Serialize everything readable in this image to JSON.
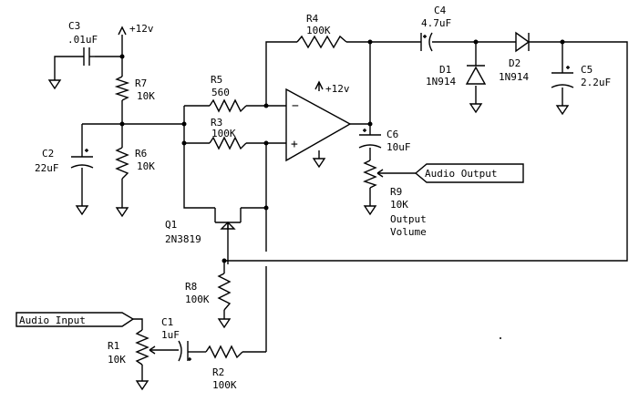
{
  "schematic": {
    "labels": {
      "c3": "C3",
      "c3_val": ".01uF",
      "plus12_top": "+12v",
      "r7": "R7",
      "r7_val": "10K",
      "r6": "R6",
      "r6_val": "10K",
      "c2": "C2",
      "c2_val": "22uF",
      "r5": "R5",
      "r5_val": "560",
      "r3": "R3",
      "r3_val": "100K",
      "r4": "R4",
      "r4_val": "100K",
      "plus12_opamp": "+12v",
      "minus_sign": "−",
      "plus_sign": "+",
      "c4": "C4",
      "c4_val": "4.7uF",
      "d1": "D1",
      "d1_val": "1N914",
      "d2": "D2",
      "d2_val": "1N914",
      "c5": "C5",
      "c5_val": "2.2uF",
      "c6": "C6",
      "c6_val": "10uF",
      "r9": "R9",
      "r9_val": "10K",
      "r9_desc1": "Output",
      "r9_desc2": "Volume",
      "q1": "Q1",
      "q1_val": "2N3819",
      "r8": "R8",
      "r8_val": "100K",
      "c1": "C1",
      "c1_val": "1uF",
      "r1": "R1",
      "r1_val": "10K",
      "r2": "R2",
      "r2_val": "100K"
    },
    "ports": {
      "audio_input": "Audio Input",
      "audio_output": "Audio Output"
    }
  }
}
